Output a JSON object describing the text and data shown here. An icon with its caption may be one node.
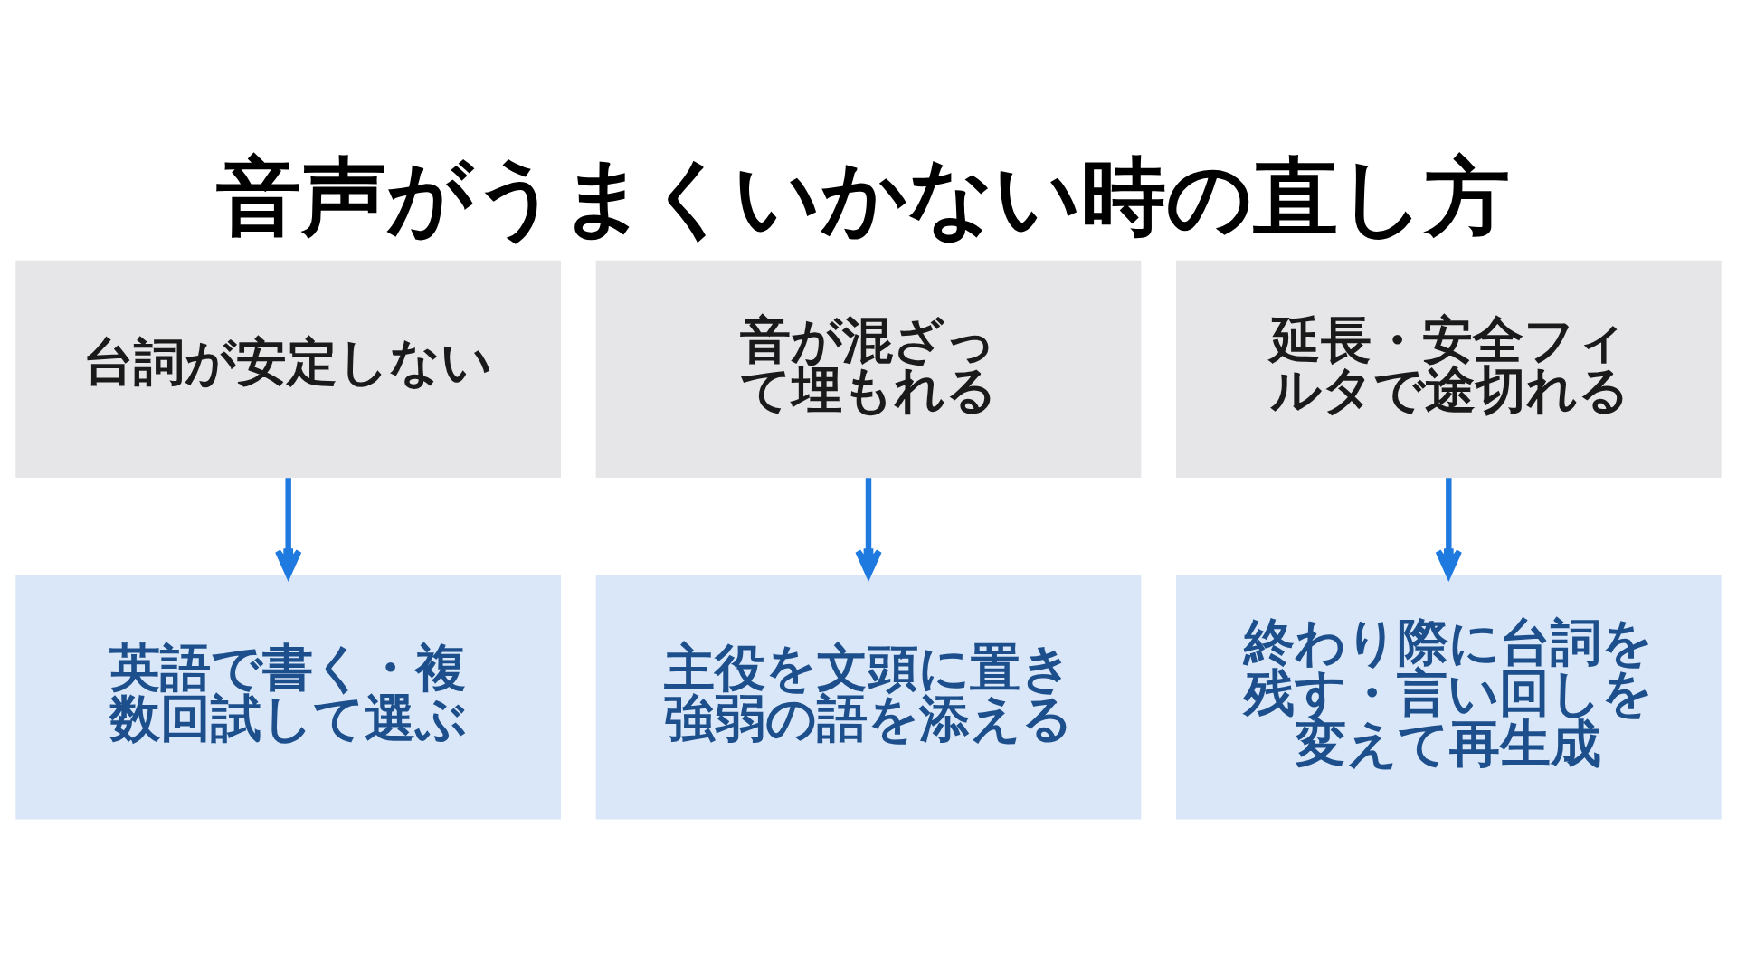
{
  "diagram": {
    "title": "音声がうまくいかない時の直し方",
    "nodes": [
      {
        "text": [
          "台詞が安定しない"
        ]
      },
      {
        "text": [
          "音が混ざって埋もれる"
        ]
      },
      {
        "text": [
          "延長・安全フィルタで途切れる"
        ]
      },
      {
        "text": [
          "英語で書く・複数回試して選ぶ"
        ]
      },
      {
        "text": [
          "主役を文頭に置き強弱の語を添える"
        ]
      },
      {
        "text": [
          "終わり際に台詞を残す・言い回しを変えて再生成"
        ]
      }
    ],
    "edges": [
      {
        "from": 0,
        "to": 3,
        "arrow": "to"
      },
      {
        "from": 1,
        "to": 4,
        "arrow": "to"
      },
      {
        "from": 2,
        "to": 5,
        "arrow": "to"
      }
    ]
  }
}
